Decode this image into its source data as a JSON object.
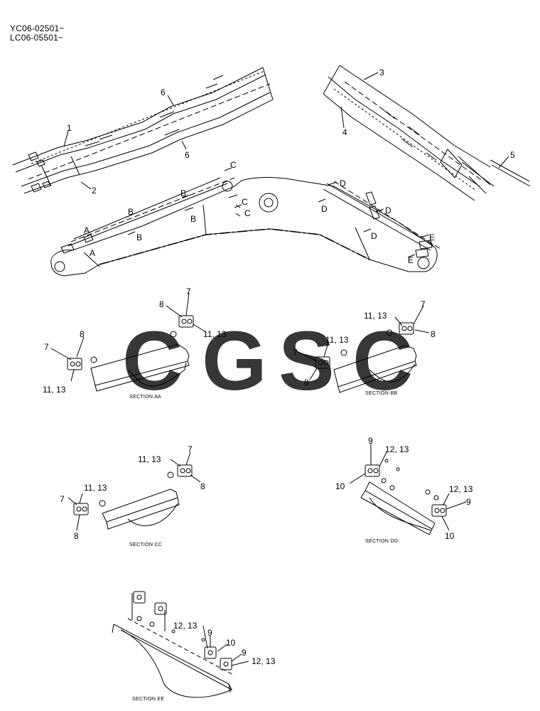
{
  "header": {
    "serial_1": "YC06-02501~",
    "serial_2": "LC06-05501~"
  },
  "watermark": {
    "letters": [
      "C",
      "G",
      "S",
      "C"
    ],
    "colors": [
      "#6fa7f5",
      "#f08a80",
      "#fcd76a",
      "#56b98a"
    ]
  },
  "callouts": {
    "p1": "1",
    "p2": "2",
    "p3": "3",
    "p4": "4",
    "p5": "5",
    "p6a": "6",
    "p6b": "6",
    "p7": "7",
    "p8": "8",
    "p9": "9",
    "p10": "10",
    "p11_13": "11, 13",
    "p12_13": "12, 13"
  },
  "section_markers": {
    "A": "A",
    "B": "B",
    "C": "C",
    "D": "D",
    "E": "E"
  },
  "sections": {
    "aa": "SECTION AA",
    "bb": "SECTION BB",
    "cc": "SECTION CC",
    "dd": "SECTION DD",
    "ee": "SECTION EE"
  }
}
